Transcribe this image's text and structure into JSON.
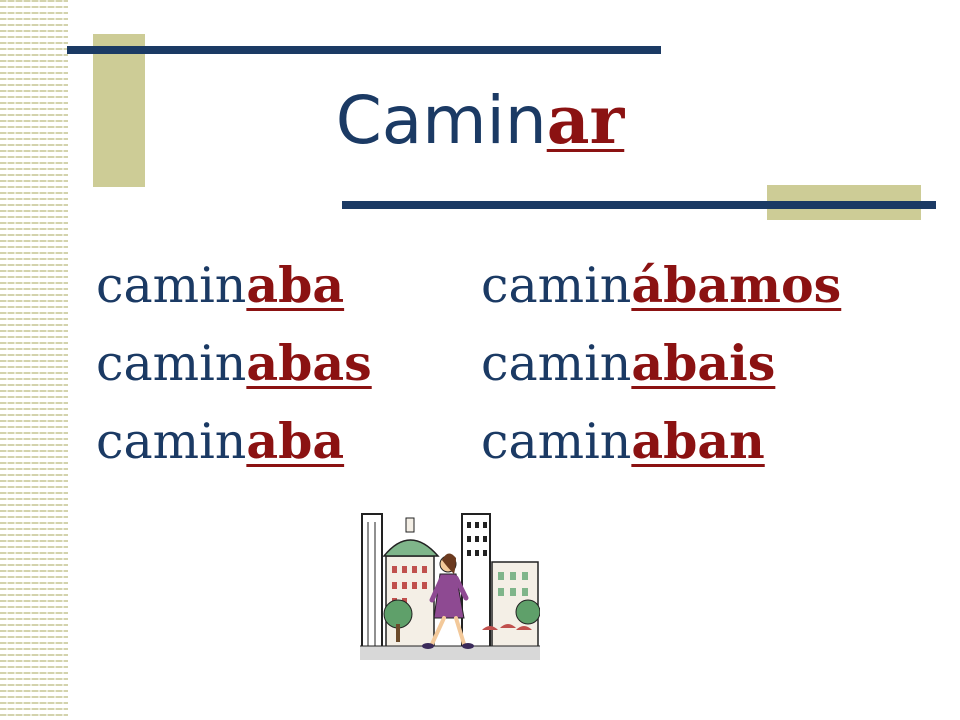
{
  "slide": {
    "title": {
      "stem": "Camin",
      "ending": "ar"
    },
    "conjugations": {
      "singular": [
        {
          "stem": "camin",
          "ending": "aba"
        },
        {
          "stem": "camin",
          "ending": "abas"
        },
        {
          "stem": "camin",
          "ending": "aba"
        }
      ],
      "plural": [
        {
          "stem": "camin",
          "ending": "ábamos"
        },
        {
          "stem": "camin",
          "ending": "abais"
        },
        {
          "stem": "camin",
          "ending": "aban"
        }
      ]
    },
    "clipart": {
      "icon": "woman-walking-city-clipart"
    },
    "colors": {
      "text": "#1b3a64",
      "ending": "#8b1212",
      "accent_bar": "#1b3a64",
      "accent_block": "#cdcc96",
      "stripes": "#d3d3ad"
    }
  }
}
